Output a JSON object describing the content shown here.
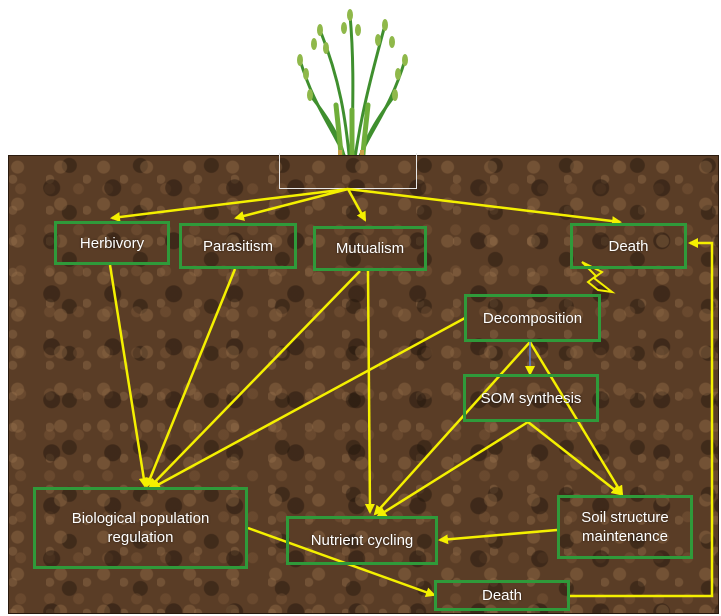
{
  "diagram": {
    "nodes": {
      "herbivory": "Herbivory",
      "parasitism": "Parasitism",
      "mutualism": "Mutualism",
      "death_top": "Death",
      "decomposition": "Decomposition",
      "som_synthesis": "SOM synthesis",
      "bio_pop_regulation": "Biological population\nregulation",
      "nutrient_cycling": "Nutrient cycling",
      "soil_structure": "Soil structure\nmaintenance",
      "death_bottom": "Death"
    },
    "colors": {
      "arrow": "#f4f000",
      "node_border": "#2f9a3a",
      "node_text": "#ffffff",
      "soil": "#5a3d26"
    }
  }
}
